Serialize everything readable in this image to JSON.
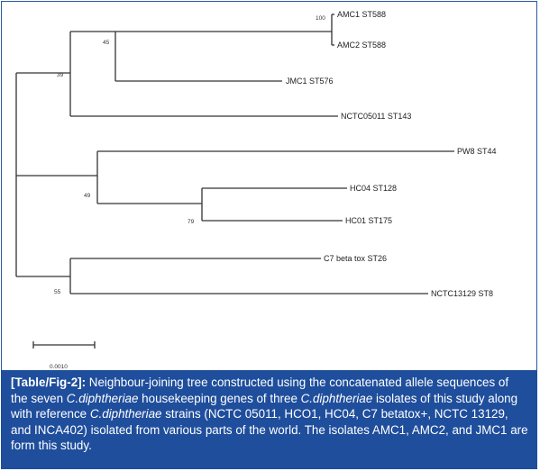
{
  "tree": {
    "tips": [
      {
        "id": "amc1",
        "label": "AMC1 ST588"
      },
      {
        "id": "amc2",
        "label": "AMC2 ST588"
      },
      {
        "id": "jmc1",
        "label": "JMC1 ST576"
      },
      {
        "id": "nctc05011",
        "label": "NCTC05011 ST143"
      },
      {
        "id": "pw8",
        "label": "PW8 ST44"
      },
      {
        "id": "hc04",
        "label": "HC04 ST128"
      },
      {
        "id": "hc01",
        "label": "HC01 ST175"
      },
      {
        "id": "c7",
        "label": "C7 beta tox ST26"
      },
      {
        "id": "nctc13129",
        "label": "NCTC13129 ST8"
      }
    ],
    "bootstrap": [
      {
        "id": "b100",
        "value": "100"
      },
      {
        "id": "b45",
        "value": "45"
      },
      {
        "id": "b39",
        "value": "39"
      },
      {
        "id": "b49",
        "value": "49"
      },
      {
        "id": "b79",
        "value": "79"
      },
      {
        "id": "b55",
        "value": "55"
      }
    ],
    "scale_bar_label": "0.0010"
  },
  "caption": {
    "label": "[Table/Fig-2]:",
    "t1": " Neighbour-joining tree constructed using the concatenated allele sequences of the seven ",
    "species1": "C.diphtheriae",
    "t2": " housekeeping genes of three ",
    "species2": "C.diphtheriae",
    "t3": " isolates of this study along with reference ",
    "species3": "C.diphtheriae",
    "t4": " strains (NCTC 05011, HCO1, HC04, C7 betatox+, NCTC 13129, and INCA402) isolated from various parts of the world. The isolates AMC1, AMC2, and JMC1 are form this study."
  }
}
